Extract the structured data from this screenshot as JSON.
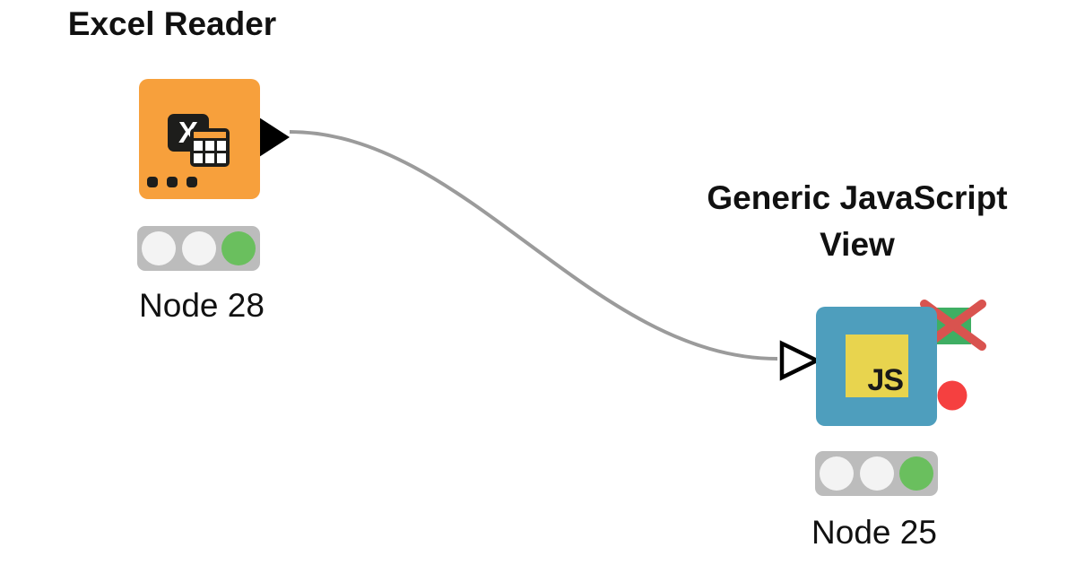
{
  "canvas": {
    "background_color": "#ffffff",
    "edge_color": "#9b9b9b"
  },
  "nodes": [
    {
      "title": "Excel Reader",
      "label": "Node 28",
      "icon": "excel-reader-icon",
      "icon_glyph": "X",
      "body_color": "#f7a03c",
      "ports": {
        "output": "data-port-triangle-filled"
      },
      "traffic_light": {
        "red": "off",
        "yellow": "off",
        "green": "on"
      }
    },
    {
      "title": "Generic JavaScript View",
      "label": "Node 25",
      "icon": "javascript-icon",
      "icon_glyph": "JS",
      "icon_color": "#e8d44e",
      "body_color": "#4e9ebd",
      "ports": {
        "input": "data-port-triangle-hollow",
        "image_output": "image-port-green-crossed"
      },
      "decorators": [
        "red-cross-over-image-port",
        "red-dot-indicator"
      ],
      "traffic_light": {
        "red": "off",
        "yellow": "off",
        "green": "on"
      }
    }
  ],
  "edge": {
    "from": "Excel Reader",
    "to": "Generic JavaScript View",
    "color": "#9b9b9b"
  },
  "colors": {
    "excel_node_orange": "#f7a03c",
    "js_node_blue": "#4e9ebd",
    "js_icon_yellow": "#e8d44e",
    "traffic_light_gray": "#bcbcbc",
    "traffic_light_green": "#6abf5e",
    "image_port_green": "#3fae63",
    "red_cross": "#d9534f",
    "red_dot": "#f54040",
    "title_text": "#111111"
  }
}
